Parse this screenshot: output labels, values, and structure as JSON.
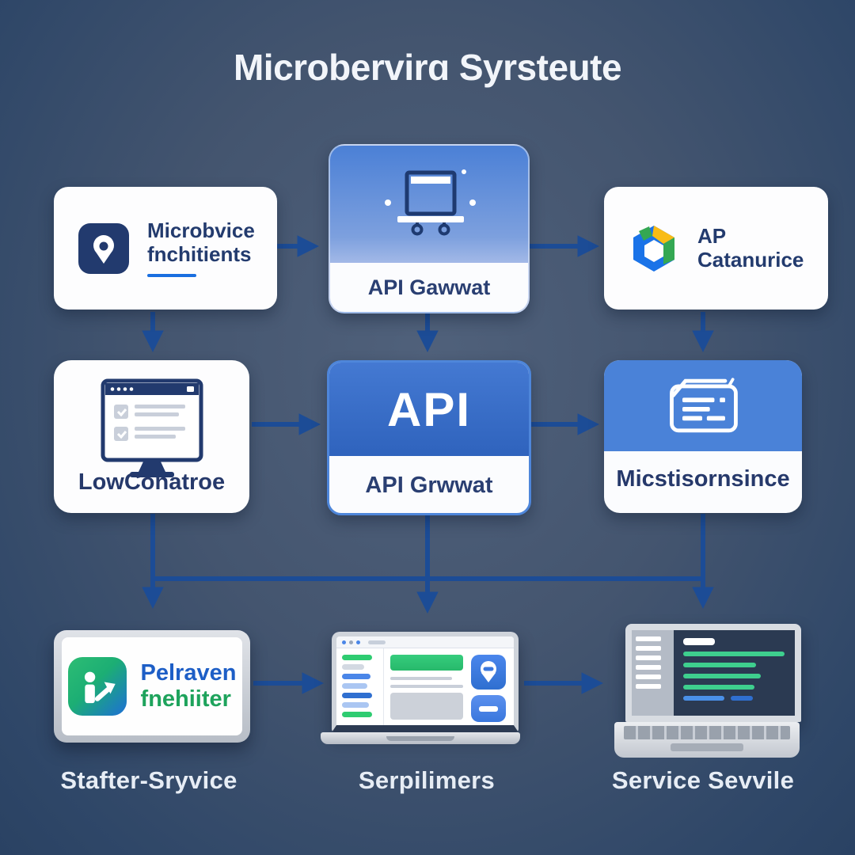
{
  "title": "Microbervirɑ Syrsteute",
  "nodes": {
    "top_left": {
      "line1": "Microbvice",
      "line2": "fnchitients"
    },
    "top_middle": {
      "label": "API Gawwat"
    },
    "top_right": {
      "line1": "AP",
      "line2": "Catanurice"
    },
    "mid_left": {
      "label": "LowConatroe"
    },
    "mid_center": {
      "heading": "API",
      "label": "API Grwwat"
    },
    "mid_right": {
      "label": "Micstisornsince"
    },
    "bottom_left": {
      "line1": "Pelraven",
      "line2": "fnehiiter"
    }
  },
  "captions": {
    "bottom_left": "Stafter-Sryvice",
    "bottom_middle": "Serpilimers",
    "bottom_right": "Service Sevvile"
  },
  "icons": {
    "top_left": "location-pin-icon",
    "top_middle": "cart-terminal-icon",
    "top_right": "hexagon-cube-icon",
    "mid_left": "browser-monitor-icon",
    "mid_right": "card-document-icon",
    "bottom_left": "person-arrow-icon"
  },
  "colors": {
    "background_center": "#50617b",
    "background_edge": "#2a4263",
    "arrow": "#1c4c96",
    "navy_text": "#233b6e",
    "node_blue": "#2f63bd",
    "gateway_gradient_top": "#4b80d6",
    "underline_blue": "#1a6fe0",
    "brand_green": "#1ea35c",
    "brand_blue": "#1d5ec6",
    "white": "#ffffff"
  }
}
